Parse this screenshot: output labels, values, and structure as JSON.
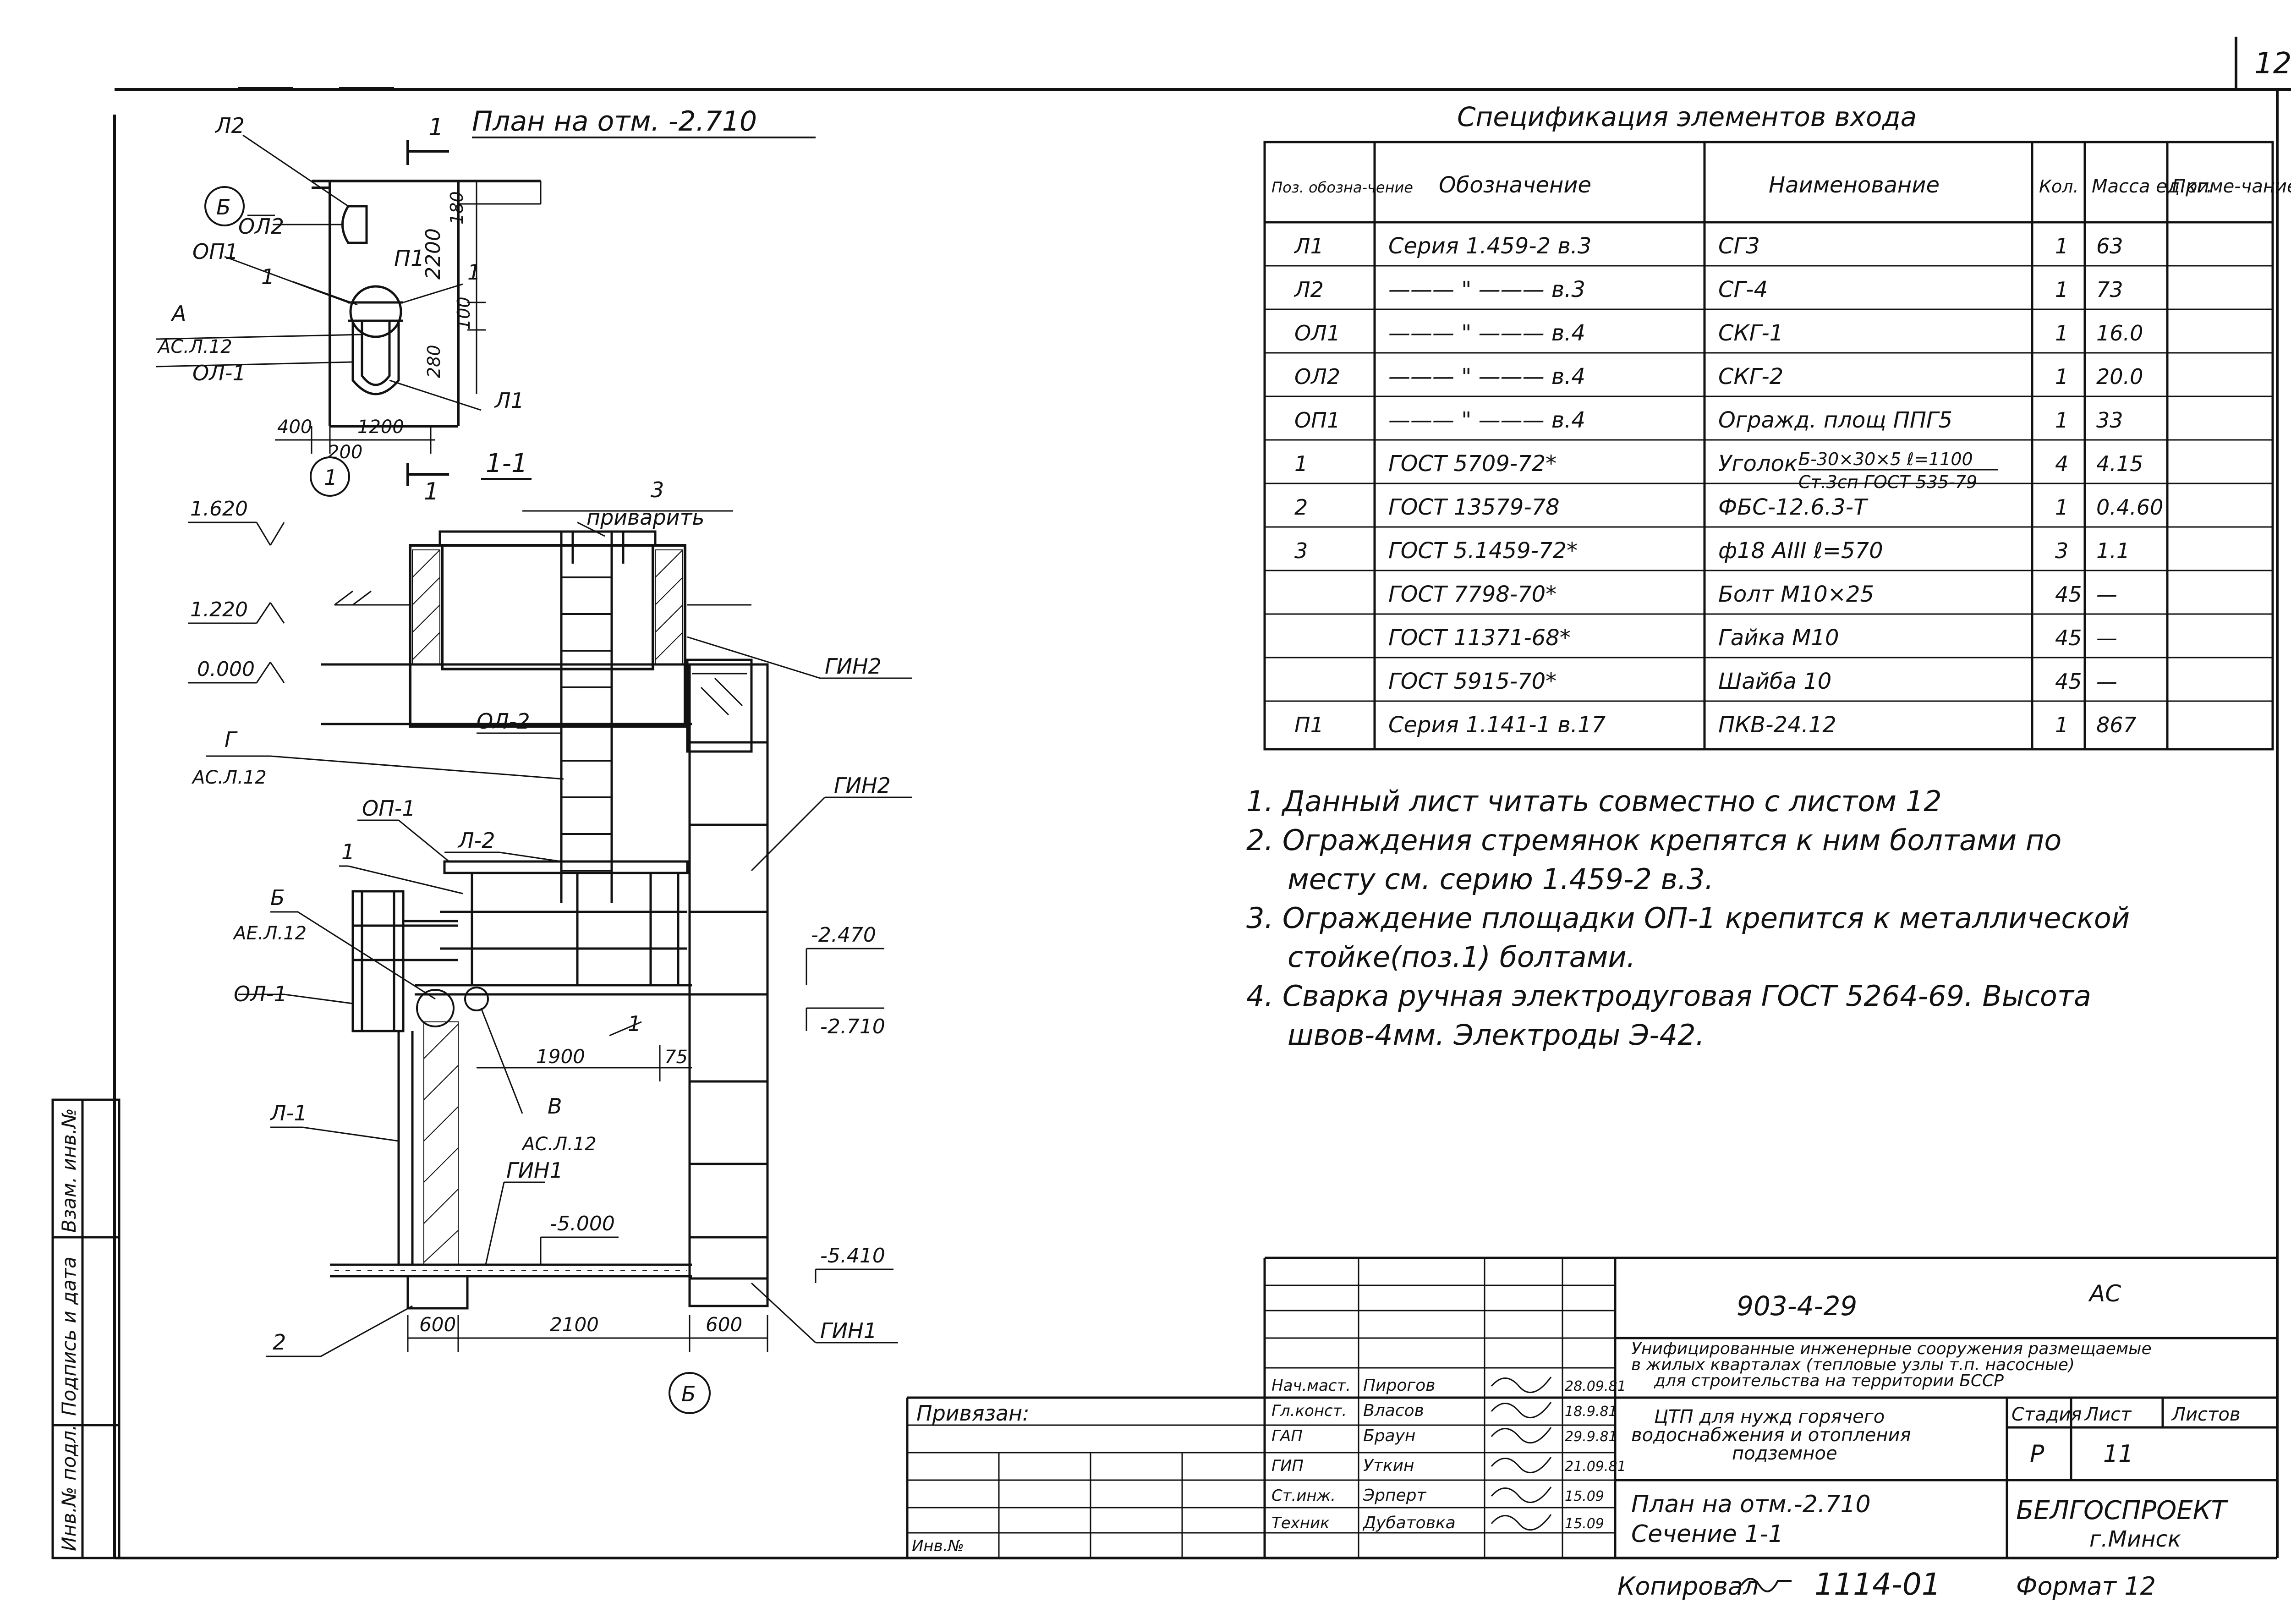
{
  "sheet_number": "12",
  "plan": {
    "title": "План на отм. -2.710",
    "section_mark": "1",
    "labels": {
      "l2": "Л2",
      "ol2": "ОЛ2",
      "op1": "ОП1",
      "one_a": "1",
      "one_b": "1",
      "a": "А",
      "as_l12": "АС.Л.12",
      "ol1": "ОЛ-1",
      "l1": "Л1",
      "p1": "П1",
      "axis_b": "Б",
      "axis_1": "1"
    },
    "dims": {
      "d2200": "2200",
      "d100": "100",
      "d180": "180",
      "d280": "280",
      "d400": "400",
      "d1200": "1200",
      "d200": "200"
    }
  },
  "section": {
    "title": "1-1",
    "marks": {
      "m1620": "1.620",
      "m1220": "1.220",
      "m0000": "0.000",
      "m2470": "-2.470",
      "m2710": "-2.710",
      "m5000": "-5.000",
      "m5410": "-5.410"
    },
    "labels": {
      "pos3": "3",
      "weld": "приварить",
      "g": "Г",
      "as_l12_g": "АС.Л.12",
      "ol2": "ОЛ-2",
      "l2": "Л-2",
      "op1": "ОП-1",
      "pos1_a": "1",
      "b": "Б",
      "ae_l12": "АЕ.Л.12",
      "ol1": "ОЛ-1",
      "l1": "Л-1",
      "v": "В",
      "as_l12_v": "АС.Л.12",
      "gin1_a": "ГИН1",
      "gin1_b": "ГИН1",
      "gin2_a": "ГИН2",
      "gin2_b": "ГИН2",
      "pos2": "2",
      "pos1_b": "1",
      "axis_b": "Б"
    },
    "dims": {
      "d1900": "1900",
      "d75": "75",
      "d600a": "600",
      "d2100": "2100",
      "d600b": "600"
    }
  },
  "spec": {
    "title": "Спецификация элементов входа",
    "headers": [
      "Поз. обозна-чение",
      "Обозначение",
      "Наименование",
      "Кол.",
      "Масса ед.кг.",
      "Приме-чание"
    ],
    "rows": [
      [
        "Л1",
        "Серия 1.459-2 в.3",
        "СГ3",
        "1",
        "63",
        ""
      ],
      [
        "Л2",
        "——— \" ——— в.3",
        "СГ-4",
        "1",
        "73",
        ""
      ],
      [
        "ОЛ1",
        "——— \" ——— в.4",
        "СКГ-1",
        "1",
        "16.0",
        ""
      ],
      [
        "ОЛ2",
        "——— \" ——— в.4",
        "СКГ-2",
        "1",
        "20.0",
        ""
      ],
      [
        "ОП1",
        "——— \" ——— в.4",
        "Огражд. площ ППГ5",
        "1",
        "33",
        ""
      ],
      [
        "1",
        "ГОСТ 5709-72*",
        "Уголок",
        "4",
        "4.15",
        ""
      ],
      [
        "2",
        "ГОСТ 13579-78",
        "ФБС-12.6.3-Т",
        "1",
        "0.4.60",
        ""
      ],
      [
        "3",
        "ГОСТ 5.1459-72*",
        "ф18 АIII ℓ=570",
        "3",
        "1.1",
        ""
      ],
      [
        "",
        "ГОСТ 7798-70*",
        "Болт М10×25",
        "45",
        "—",
        ""
      ],
      [
        "",
        "ГОСТ 11371-68*",
        "Гайка М10",
        "45",
        "—",
        ""
      ],
      [
        "",
        "ГОСТ 5915-70*",
        "Шайба 10",
        "45",
        "—",
        ""
      ],
      [
        "П1",
        "Серия 1.141-1 в.17",
        "ПКВ-24.12",
        "1",
        "867",
        ""
      ]
    ],
    "angle_fraction": {
      "top": "Б-30×30×5 ℓ=1100",
      "bottom": "Ст.3сп ГОСТ 535-79"
    }
  },
  "notes": [
    "1. Данный лист читать совместно с листом 12",
    "2. Ограждения стремянок крепятся к ним болтами по",
    "месту см. серию 1.459-2 в.3.",
    "3. Ограждение площадки ОП-1 крепится к металлической",
    "стойке(поз.1) болтами.",
    "4. Сварка ручная электродуговая ГОСТ 5264-69. Высота",
    "швов-4мм. Электроды Э-42."
  ],
  "title_block": {
    "project_code": "903-4-29",
    "mark": "АС",
    "project_name": [
      "Унифицированные инженерные сооружения размещаемые",
      "в жилых кварталах (тепловые узлы т.п. насосные)",
      "для строительства на территории БССР"
    ],
    "sheet_name": [
      "ЦТП для нужд горячего",
      "водоснабжения и отопления",
      "подземное"
    ],
    "drawing_name": [
      "План на отм.-2.710",
      "Сечение 1-1"
    ],
    "stage_hdr": "Стадия",
    "sheet_hdr": "Лист",
    "sheets_hdr": "Листов",
    "stage": "Р",
    "sheet": "11",
    "org": [
      "БЕЛГОСПРОЕКТ",
      "г.Минск"
    ],
    "bound_label": "Привязан:",
    "inv_label": "Инв.№",
    "signatures": [
      {
        "role": "Нач.маст.",
        "name": "Пирогов",
        "date": "28.09.81"
      },
      {
        "role": "Гл.конст.",
        "name": "Власов",
        "date": "18.9.81"
      },
      {
        "role": "ГАП",
        "name": "Браун",
        "date": "29.9.81"
      },
      {
        "role": "ГИП",
        "name": "Уткин",
        "date": "21.09.81"
      },
      {
        "role": "Ст.инж.",
        "name": "Эрперт",
        "date": "15.09"
      },
      {
        "role": "Техник",
        "name": "Дубатовка",
        "date": "15.09"
      }
    ]
  },
  "margin_labels": {
    "inv_podl": "Инв.№ подл.",
    "podpis": "Подпись и дата",
    "vzam": "Взам. инв.№"
  },
  "footer": {
    "copied": "Копировал",
    "code": "1114-01",
    "format": "Формат 12"
  }
}
